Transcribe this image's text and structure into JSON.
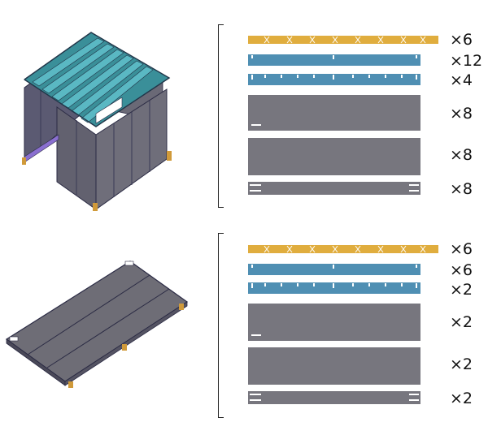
{
  "colors": {
    "steel": "#77767e",
    "beam_blue": "#4f8fb3",
    "beam_gold": "#e0ad3e",
    "teal": "#3fa2ad",
    "edge": "#2b2b44"
  },
  "sections": [
    {
      "label": "enclosure-kit",
      "parts": [
        {
          "type": "gold-rail",
          "count": "×6"
        },
        {
          "type": "blue-rail-long",
          "count": "×12"
        },
        {
          "type": "blue-rail-notched",
          "count": "×4"
        },
        {
          "type": "wall-panel-a",
          "count": "×8"
        },
        {
          "type": "wall-panel-b",
          "count": "×8"
        },
        {
          "type": "strip-panel",
          "count": "×8"
        }
      ]
    },
    {
      "label": "floor-kit",
      "parts": [
        {
          "type": "gold-rail",
          "count": "×6"
        },
        {
          "type": "blue-rail-long",
          "count": "×6"
        },
        {
          "type": "blue-rail-notched",
          "count": "×2"
        },
        {
          "type": "wall-panel-a",
          "count": "×2"
        },
        {
          "type": "wall-panel-b",
          "count": "×2"
        },
        {
          "type": "strip-panel",
          "count": "×2"
        }
      ]
    }
  ]
}
